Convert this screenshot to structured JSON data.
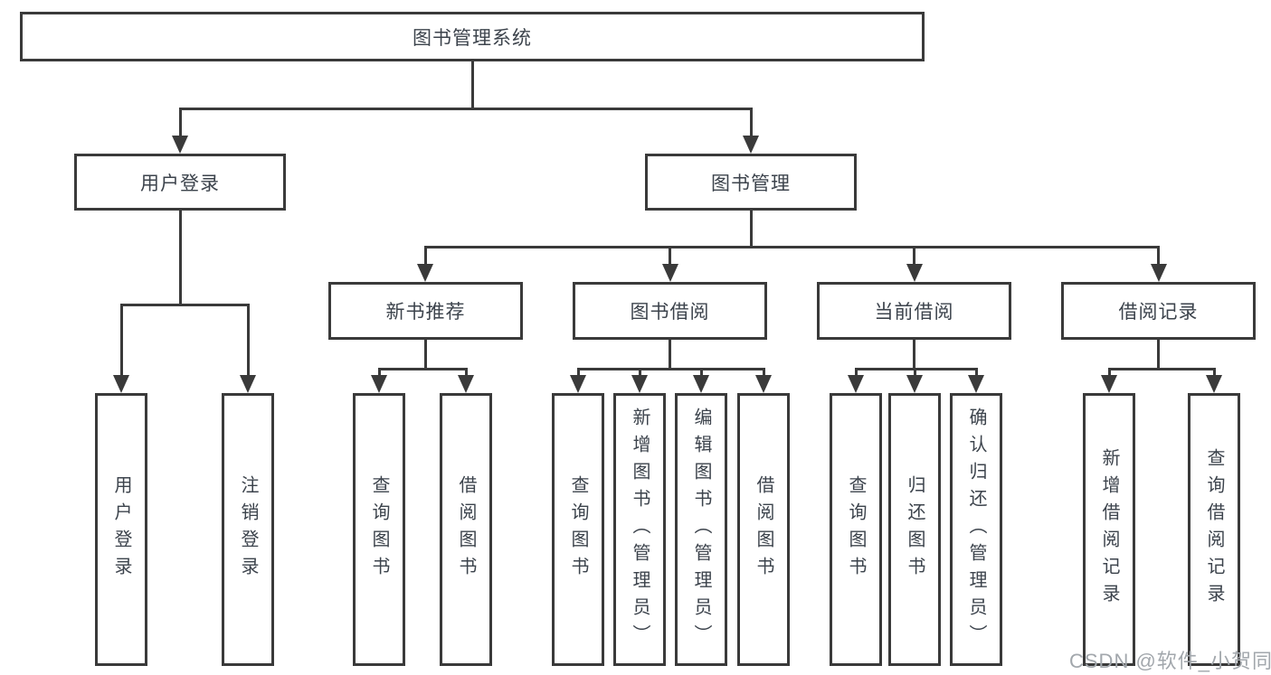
{
  "colors": {
    "line": "#3a3a3a",
    "text": "#3c434c",
    "watermark": "#a2a7ac"
  },
  "watermark": {
    "text": "CSDN @软件_小贺同学"
  },
  "diagram": {
    "root": {
      "label": "图书管理系统"
    },
    "branches": [
      {
        "label": "用户登录",
        "children": [
          {
            "label": "用户登录"
          },
          {
            "label": "注销登录"
          }
        ]
      },
      {
        "label": "图书管理",
        "children": [
          {
            "label": "新书推荐",
            "children": [
              {
                "label": "查询图书"
              },
              {
                "label": "借阅图书"
              }
            ]
          },
          {
            "label": "图书借阅",
            "children": [
              {
                "label": "查询图书"
              },
              {
                "label": "新增图书（管理员）"
              },
              {
                "label": "编辑图书（管理员）"
              },
              {
                "label": "借阅图书"
              }
            ]
          },
          {
            "label": "当前借阅",
            "children": [
              {
                "label": "查询图书"
              },
              {
                "label": "归还图书"
              },
              {
                "label": "确认归还（管理员）"
              }
            ]
          },
          {
            "label": "借阅记录",
            "children": [
              {
                "label": "新增借阅记录"
              },
              {
                "label": "查询借阅记录"
              }
            ]
          }
        ]
      }
    ]
  }
}
